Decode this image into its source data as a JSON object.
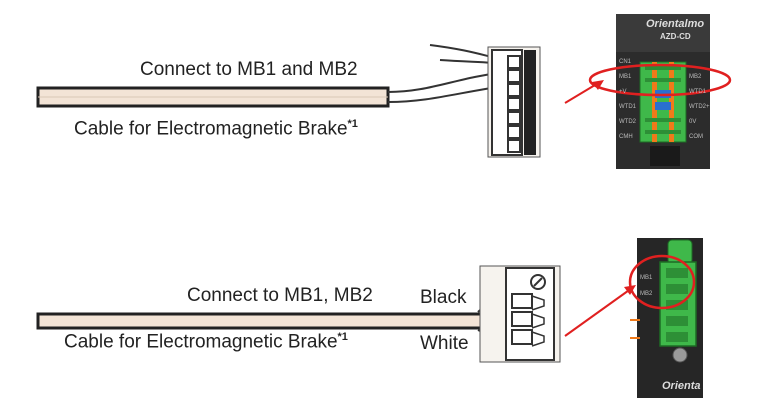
{
  "top": {
    "connect_label": "Connect to MB1 and MB2",
    "cable_label_main": "Cable for Electromagnetic Brake",
    "cable_label_sup": "*1",
    "photo": {
      "brand": "Orientalmo",
      "model": "AZD-CD",
      "left_labels": [
        "CN1",
        "MB1",
        "+V",
        "WTD1",
        "WTD2",
        "CMH"
      ],
      "right_labels": [
        "MB2",
        "WTD1",
        "WTD2+",
        "0V",
        "COM"
      ]
    }
  },
  "bottom": {
    "connect_label": "Connect to MB1, MB2",
    "cable_label_main": "Cable for Electromagnetic Brake",
    "cable_label_sup": "*1",
    "black_label": "Black",
    "white_label": "White",
    "photo": {
      "left_labels": [
        "MB1",
        "MB2"
      ],
      "brand": "Orienta"
    }
  },
  "colors": {
    "highlight_red": "#e02020",
    "terminal_green": "#3fb84a",
    "terminal_orange": "#f07a1a",
    "terminal_blue": "#2a6fd0",
    "cable_tan": "#f3e4d6"
  }
}
